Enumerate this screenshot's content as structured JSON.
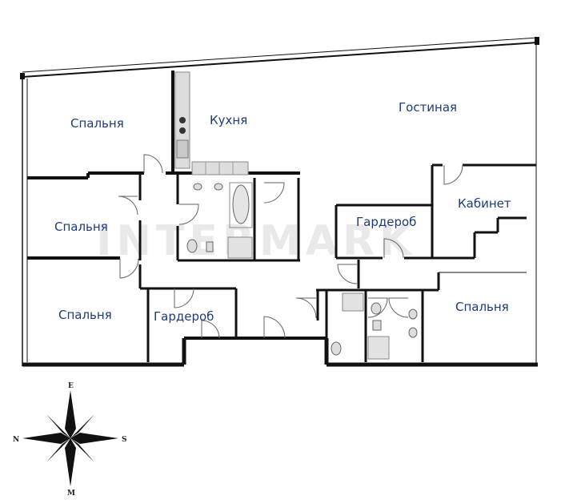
{
  "rooms": [
    {
      "id": "bedroom-1",
      "label": "Спальня"
    },
    {
      "id": "kitchen",
      "label": "Кухня"
    },
    {
      "id": "living-room",
      "label": "Гостиная"
    },
    {
      "id": "bedroom-2",
      "label": "Спальня"
    },
    {
      "id": "study",
      "label": "Кабинет"
    },
    {
      "id": "wardrobe-1",
      "label": "Гардероб"
    },
    {
      "id": "bedroom-3",
      "label": "Спальня"
    },
    {
      "id": "wardrobe-2",
      "label": "Гардероб"
    },
    {
      "id": "bedroom-4",
      "label": "Спальня"
    }
  ],
  "compass": {
    "north": "E",
    "south": "M",
    "west": "N",
    "east": "S"
  },
  "watermark": "INTERMARK",
  "colors": {
    "label": "#1f3a7a",
    "walls": "#111111"
  }
}
